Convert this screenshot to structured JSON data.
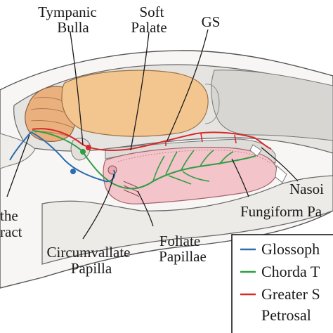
{
  "labels": {
    "tympanic_l1": "Tympanic",
    "tympanic_l2": "Bulla",
    "soft_palate_l1": "Soft",
    "soft_palate_l2": "Palate",
    "gs": "GS",
    "nasoi": "Nasoi",
    "fungiform": "Fungiform Pa",
    "foliate_l1": "Foliate",
    "foliate_l2": "Papillae",
    "circumvallate_l1": "Circumvallate",
    "circumvallate_l2": "Papilla",
    "tract_l1": "the",
    "tract_l2": "ract"
  },
  "legend": {
    "items": [
      {
        "label": "Glossoph",
        "color": "#2b6cb0"
      },
      {
        "label": "Chorda T",
        "color": "#2e9e44"
      },
      {
        "label": "Greater S",
        "color": "#d62a2a"
      }
    ],
    "continuation": "Petrosal"
  },
  "colors": {
    "brain": "#f3c690",
    "cerebellum": "#eab17f",
    "tongue": "#f3c4c9",
    "skull_shade": "#d8d6d3",
    "glossopharyngeal": "#2b6cb0",
    "chorda_tympani": "#2e9e44",
    "greater_superficial_petrosal": "#d62a2a"
  }
}
